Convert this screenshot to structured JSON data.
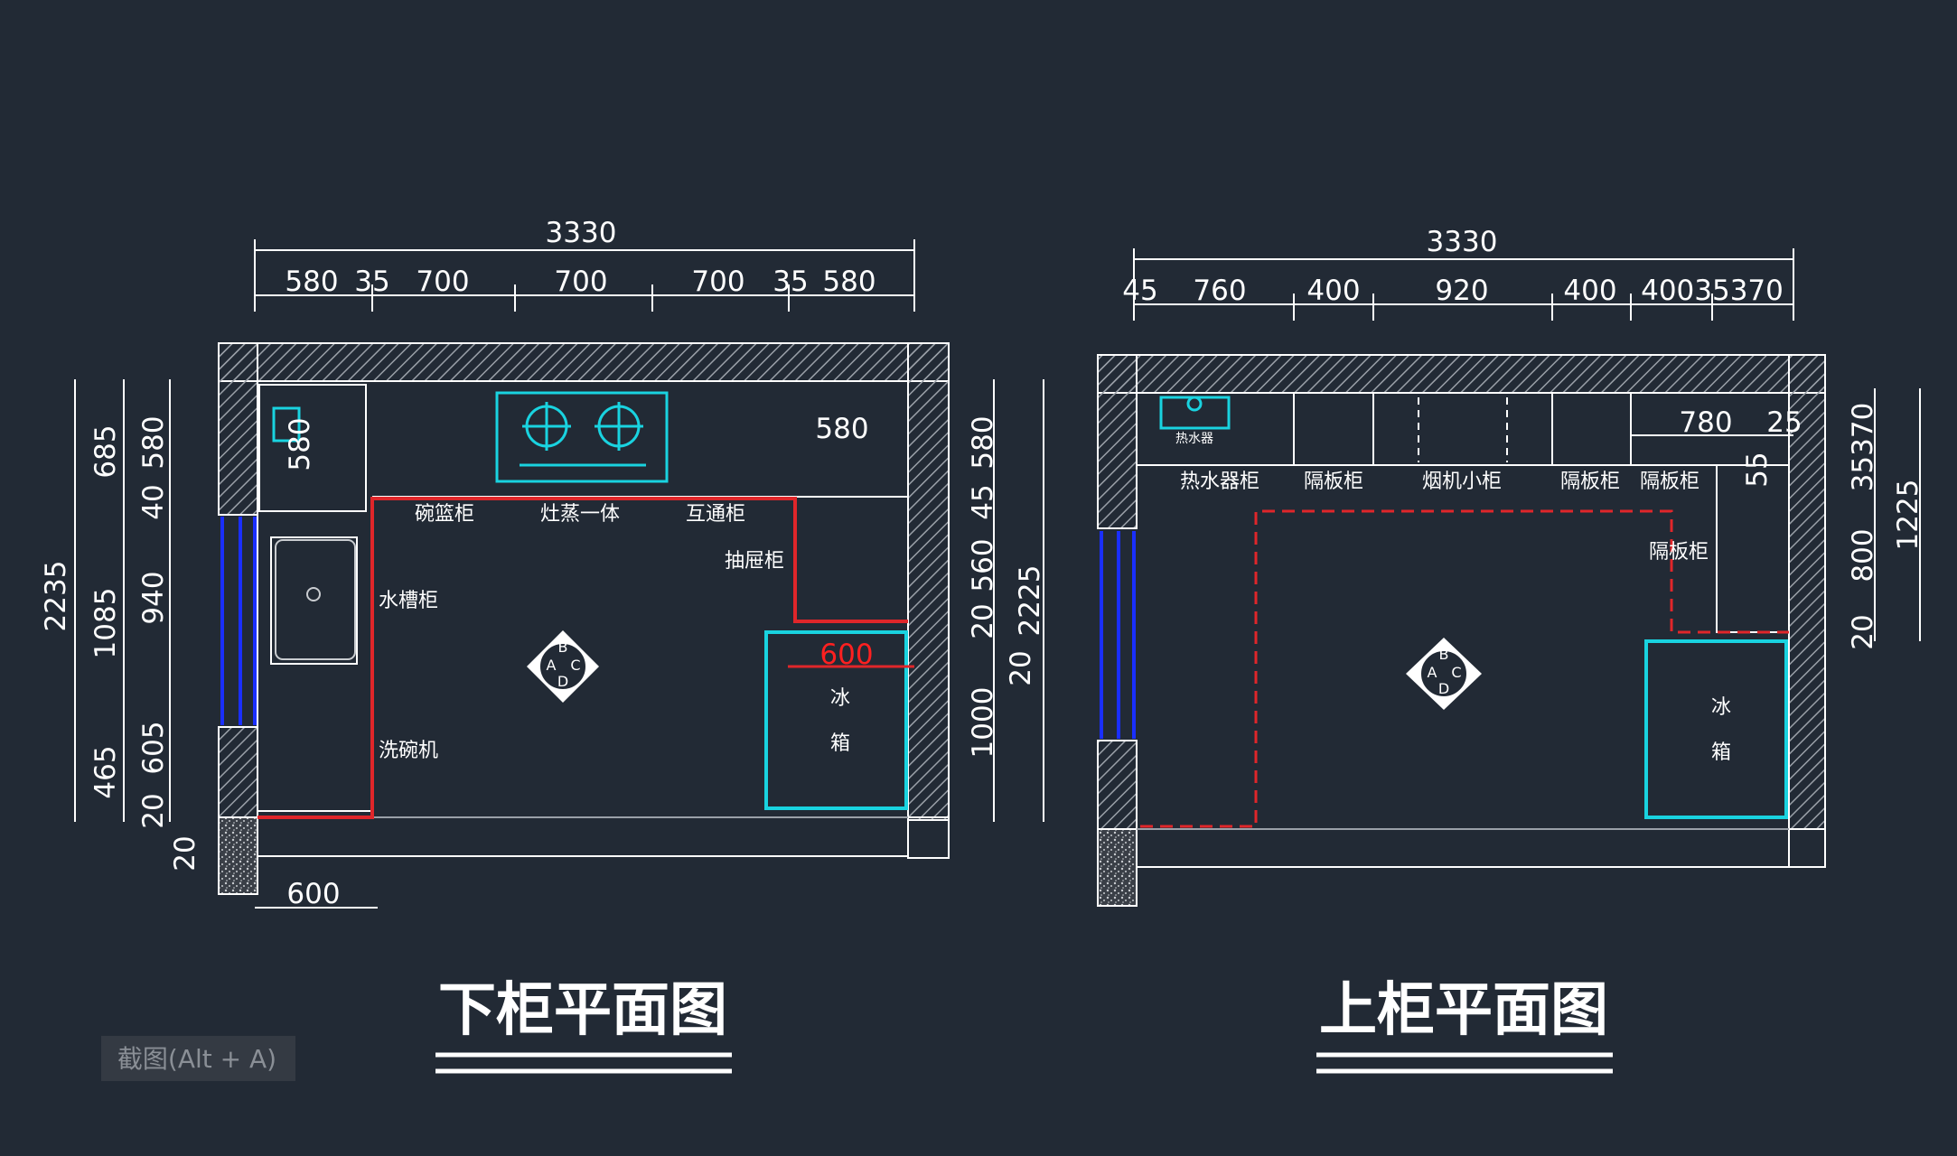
{
  "colors": {
    "background": "#222a35",
    "wall": "#ffffff",
    "counter_edge": "#e0262a",
    "appliance": "#19d3e0",
    "window": "#1a2fff",
    "dimension": "#ffffff"
  },
  "lower": {
    "title": "下柜平面图",
    "dims": {
      "total": "3330",
      "d1": "580",
      "d2": "35",
      "d3": "700",
      "d4": "700",
      "d5": "700",
      "d6": "35",
      "d7": "580",
      "l_2235": "2235",
      "l_685": "685",
      "l_1085": "1085",
      "l_465": "465",
      "l_580": "580",
      "l_40": "40",
      "l_940": "940",
      "l_605": "605",
      "l_20a": "20",
      "l_20b": "20",
      "r_580": "580",
      "r_45": "45",
      "r_560": "560",
      "r_20a": "20",
      "r_20b": "20",
      "r_1000": "1000",
      "r_2225": "2225",
      "sink_580": "580",
      "inner_580": "580",
      "red_600": "600",
      "bottom_600": "600"
    },
    "labels": {
      "bowl": "碗篮柜",
      "stove": "灶蒸一体",
      "mutual": "互通柜",
      "drawer": "抽屉柜",
      "sink": "水槽柜",
      "dishwasher": "洗碗机"
    },
    "compass": [
      "A",
      "B",
      "C",
      "D"
    ],
    "fridge_text": [
      "冰",
      "箱"
    ]
  },
  "upper": {
    "title": "上柜平面图",
    "dims": {
      "total": "3330",
      "d1": "45",
      "d2": "760",
      "d3": "400",
      "d4": "920",
      "d5": "400",
      "d6": "40035370",
      "inner_780": "780",
      "inner_25": "25",
      "inner_55": "55",
      "r_35370": "35370",
      "r_800": "800",
      "r_20": "20",
      "r_1225": "1225"
    },
    "labels": {
      "heater": "热水器柜",
      "shelf1": "隔板柜",
      "hood": "烟机小柜",
      "shelf2": "隔板柜",
      "shelf3": "隔板柜",
      "shelf4": "隔板柜",
      "heater_small": "热水器"
    },
    "compass": [
      "A",
      "B",
      "C",
      "D"
    ],
    "fridge_text": [
      "冰",
      "箱"
    ]
  },
  "watermark": "截图(Alt + A)"
}
